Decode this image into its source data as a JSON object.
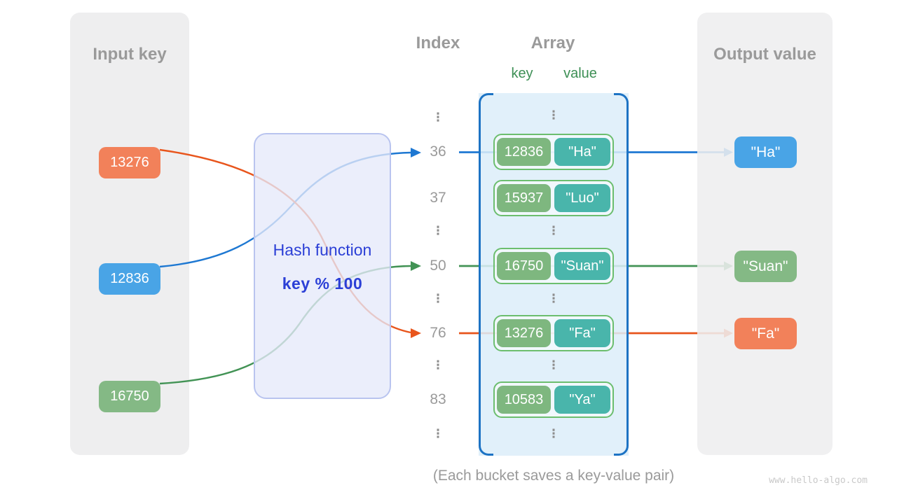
{
  "colors": {
    "panel_bg": "#EEEEEF",
    "orange_box": "#F2815A",
    "blue_box": "#49A4E6",
    "green_box": "#84B985",
    "key_cell_green": "#7EB77F",
    "value_cell_teal": "#49B5AB",
    "pair_border_green": "#6CBE6E",
    "array_bg": "#DCEDF8",
    "bracket_blue": "#1D73C4",
    "line_blue": "#1E78D2",
    "line_green": "#429355",
    "line_orange": "#E8551C",
    "hash_text_blue": "#2B3FD6",
    "hash_box_bg": "#E5E9F9",
    "hash_box_border": "#B9C4EF",
    "title_gray": "#9A9A9A",
    "header_green": "#3D8F55",
    "watermark_gray": "#C9C9C9"
  },
  "icons": {
    "vertical_ellipsis": "⋮"
  },
  "panels": {
    "input": {
      "title": "Input key",
      "keys": [
        "13276",
        "12836",
        "16750"
      ]
    },
    "output": {
      "title": "Output value",
      "values": [
        "\"Ha\"",
        "\"Suan\"",
        "\"Fa\""
      ]
    }
  },
  "hash": {
    "title": "Hash function",
    "formula": "key % 100"
  },
  "headers": {
    "index": "Index",
    "array": "Array",
    "key": "key",
    "value": "value"
  },
  "index_column": {
    "indices": [
      "36",
      "37",
      "50",
      "76",
      "83"
    ]
  },
  "array": {
    "pairs": [
      {
        "key": "12836",
        "value": "\"Ha\""
      },
      {
        "key": "15937",
        "value": "\"Luo\""
      },
      {
        "key": "16750",
        "value": "\"Suan\""
      },
      {
        "key": "13276",
        "value": "\"Fa\""
      },
      {
        "key": "10583",
        "value": "\"Ya\""
      }
    ]
  },
  "caption": "(Each bucket saves a key-value pair)",
  "watermark": "www.hello-algo.com"
}
